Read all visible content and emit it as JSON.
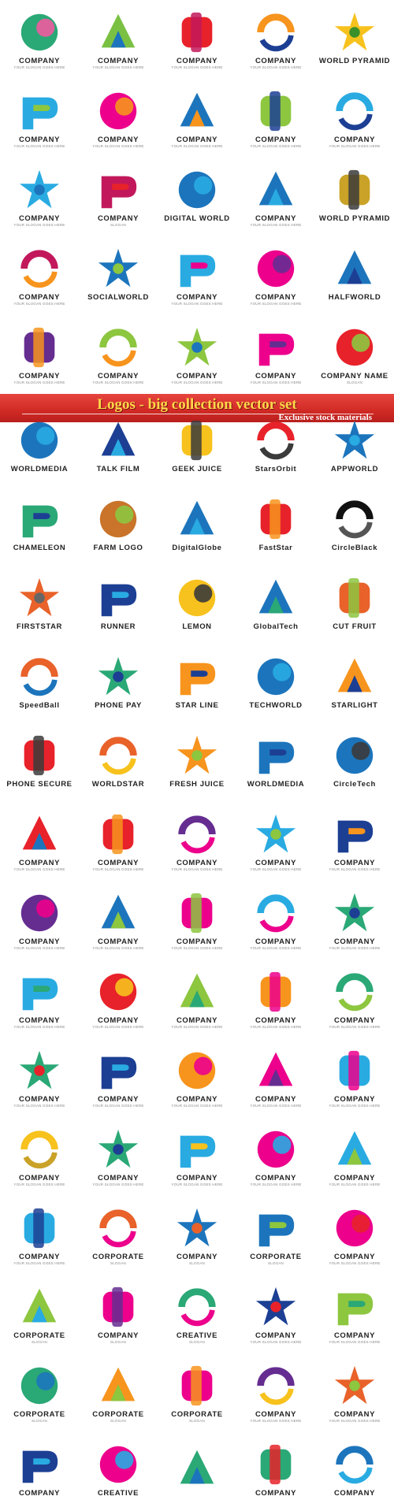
{
  "banner": {
    "title": "Logos - big collection vector set",
    "subtitle": "Exclusive stock materials"
  },
  "top_logos": [
    {
      "caption": "COMPANY",
      "slogan": "YOUR SLOGAN GOES HERE",
      "icon": "head-leaf-icon",
      "colors": [
        "#2aa876",
        "#ef5aa0"
      ]
    },
    {
      "caption": "COMPANY",
      "slogan": "YOUR SLOGAN GOES HERE",
      "icon": "letter-k-circle-icon",
      "colors": [
        "#7ac143",
        "#1c75bc"
      ]
    },
    {
      "caption": "COMPANY",
      "slogan": "YOUR SLOGAN GOES HERE",
      "icon": "speed-p-icon",
      "colors": [
        "#e8222a",
        "#c2185b"
      ]
    },
    {
      "caption": "COMPANY",
      "slogan": "YOUR SLOGAN GOES HERE",
      "icon": "arrow-d-icon",
      "colors": [
        "#f7941d",
        "#1c3f94"
      ]
    },
    {
      "caption": "WORLD PYRAMID",
      "slogan": "",
      "icon": "world-pyramid-icon",
      "colors": [
        "#f7c21d",
        "#3b8f2b"
      ]
    },
    {
      "caption": "COMPANY",
      "slogan": "YOUR SLOGAN GOES HERE",
      "icon": "pixel-splash-icon",
      "colors": [
        "#29abe2",
        "#8dc63f"
      ]
    },
    {
      "caption": "COMPANY",
      "slogan": "YOUR SLOGAN GOES HERE",
      "icon": "woman-gears-icon",
      "colors": [
        "#ec008c",
        "#f7941d"
      ]
    },
    {
      "caption": "COMPANY",
      "slogan": "YOUR SLOGAN GOES HERE",
      "icon": "shield-swoosh-icon",
      "colors": [
        "#1c75bc",
        "#f7941d"
      ]
    },
    {
      "caption": "COMPANY",
      "slogan": "YOUR SLOGAN GOES HERE",
      "icon": "letter-p-swoosh-icon",
      "colors": [
        "#8dc63f",
        "#1c3f94"
      ]
    },
    {
      "caption": "COMPANY",
      "slogan": "YOUR SLOGAN GOES HERE",
      "icon": "water-splash-icon",
      "colors": [
        "#29abe2",
        "#1c3f94"
      ]
    },
    {
      "caption": "COMPANY",
      "slogan": "YOUR SLOGAN GOES HERE",
      "icon": "puzzle-head-icon",
      "colors": [
        "#29abe2",
        "#1c75bc"
      ]
    },
    {
      "caption": "COMPANY",
      "slogan": "SLOGAN",
      "icon": "letter-d-icon",
      "colors": [
        "#c2185b",
        "#e8222a"
      ]
    },
    {
      "caption": "DIGITAL WORLD",
      "slogan": "",
      "icon": "digital-globe-icon",
      "colors": [
        "#1c75bc",
        "#29abe2"
      ]
    },
    {
      "caption": "COMPANY",
      "slogan": "YOUR SLOGAN GOES HERE",
      "icon": "circle-arrow-icon",
      "colors": [
        "#1c75bc",
        "#29abe2"
      ]
    },
    {
      "caption": "WORLD PYRAMID",
      "slogan": "",
      "icon": "gold-pyramid-icon",
      "colors": [
        "#c9a227",
        "#3b3b3b"
      ]
    },
    {
      "caption": "COMPANY",
      "slogan": "YOUR SLOGAN GOES HERE",
      "icon": "letter-k-person-icon",
      "colors": [
        "#c2185b",
        "#f7941d"
      ]
    },
    {
      "caption": "SOCIALWORLD",
      "slogan": "",
      "icon": "social-globe-icon",
      "colors": [
        "#1c75bc",
        "#8dc63f"
      ]
    },
    {
      "caption": "COMPANY",
      "slogan": "YOUR SLOGAN GOES HERE",
      "icon": "wing-p-icon",
      "colors": [
        "#29abe2",
        "#ec008c"
      ]
    },
    {
      "caption": "COMPANY",
      "slogan": "YOUR SLOGAN GOES HERE",
      "icon": "stripe-p-icon",
      "colors": [
        "#ec008c",
        "#662d91"
      ]
    },
    {
      "caption": "HALFWORLD",
      "slogan": "",
      "icon": "half-globe-icon",
      "colors": [
        "#1c75bc",
        "#1c3f94"
      ]
    },
    {
      "caption": "COMPANY",
      "slogan": "YOUR SLOGAN GOES HERE",
      "icon": "brain-shield-icon",
      "colors": [
        "#662d91",
        "#f7941d"
      ]
    },
    {
      "caption": "COMPANY",
      "slogan": "YOUR SLOGAN GOES HERE",
      "icon": "arrow-p-icon",
      "colors": [
        "#8dc63f",
        "#f7941d"
      ]
    },
    {
      "caption": "COMPANY",
      "slogan": "YOUR SLOGAN GOES HERE",
      "icon": "spiral-leaf-icon",
      "colors": [
        "#8dc63f",
        "#1c75bc"
      ]
    },
    {
      "caption": "COMPANY",
      "slogan": "YOUR SLOGAN GOES HERE",
      "icon": "dragon-p-icon",
      "colors": [
        "#ec008c",
        "#662d91"
      ]
    },
    {
      "caption": "COMPANY NAME",
      "slogan": "SLOGAN",
      "icon": "people-circle-icon",
      "colors": [
        "#e8222a",
        "#8dc63f"
      ]
    }
  ],
  "bottom_logos": [
    {
      "caption": "WORLDMEDIA",
      "slogan": "",
      "icon": "swirl-globe-icon",
      "colors": [
        "#1c75bc",
        "#29abe2"
      ]
    },
    {
      "caption": "TALK FILM",
      "slogan": "",
      "icon": "camera-chat-icon",
      "colors": [
        "#1c3f94",
        "#29abe2"
      ]
    },
    {
      "caption": "GEEK JUICE",
      "slogan": "",
      "icon": "juice-cup-icon",
      "colors": [
        "#f7c21d",
        "#3b3b3b"
      ]
    },
    {
      "caption": "StarsOrbit",
      "slogan": "",
      "icon": "star-orbit-icon",
      "colors": [
        "#e8222a",
        "#3b3b3b"
      ]
    },
    {
      "caption": "APPWORLD",
      "slogan": "",
      "icon": "app-triangle-icon",
      "colors": [
        "#1c75bc",
        "#29abe2"
      ]
    },
    {
      "caption": "CHAMELEON",
      "slogan": "",
      "icon": "chameleon-icon",
      "colors": [
        "#2aa876",
        "#1c3f94"
      ]
    },
    {
      "caption": "FARM LOGO",
      "slogan": "",
      "icon": "farm-sun-icon",
      "colors": [
        "#c9742a",
        "#8dc63f"
      ]
    },
    {
      "caption": "DigitalGlobe",
      "slogan": "",
      "icon": "orbit-globe-icon",
      "colors": [
        "#1c75bc",
        "#29abe2"
      ]
    },
    {
      "caption": "FastStar",
      "slogan": "",
      "icon": "fast-star-icon",
      "colors": [
        "#e8222a",
        "#f7941d"
      ]
    },
    {
      "caption": "CircleBlack",
      "slogan": "",
      "icon": "aperture-icon",
      "colors": [
        "#111111",
        "#555555"
      ]
    },
    {
      "caption": "FIRSTSTAR",
      "slogan": "",
      "icon": "first-star-icon",
      "colors": [
        "#e8622a",
        "#666666"
      ]
    },
    {
      "caption": "RUNNER",
      "slogan": "",
      "icon": "runner-icon",
      "colors": [
        "#1c3f94",
        "#29abe2"
      ]
    },
    {
      "caption": "LEMON",
      "slogan": "",
      "icon": "lemon-icon",
      "colors": [
        "#f7c21d",
        "#3b3b3b"
      ]
    },
    {
      "caption": "GlobalTech",
      "slogan": "",
      "icon": "global-tech-icon",
      "colors": [
        "#1c75bc",
        "#2aa876"
      ]
    },
    {
      "caption": "CUT FRUIT",
      "slogan": "",
      "icon": "cut-fruit-icon",
      "colors": [
        "#e8622a",
        "#8dc63f"
      ]
    },
    {
      "caption": "SpeedBall",
      "slogan": "",
      "icon": "speed-ball-icon",
      "colors": [
        "#e8622a",
        "#1c75bc"
      ]
    },
    {
      "caption": "PHONE PAY",
      "slogan": "",
      "icon": "phone-pay-icon",
      "colors": [
        "#2aa876",
        "#1c3f94"
      ]
    },
    {
      "caption": "STAR LINE",
      "slogan": "",
      "icon": "star-line-icon",
      "colors": [
        "#f7941d",
        "#1c3f94"
      ]
    },
    {
      "caption": "TECHWORLD",
      "slogan": "",
      "icon": "tech-globe-icon",
      "colors": [
        "#1c75bc",
        "#29abe2"
      ]
    },
    {
      "caption": "STARLIGHT",
      "slogan": "",
      "icon": "starlight-icon",
      "colors": [
        "#f7941d",
        "#1c3f94"
      ]
    },
    {
      "caption": "PHONE SECURE",
      "slogan": "",
      "icon": "phone-lock-icon",
      "colors": [
        "#e8222a",
        "#3b3b3b"
      ]
    },
    {
      "caption": "WORLDSTAR",
      "slogan": "",
      "icon": "world-star-icon",
      "colors": [
        "#e8622a",
        "#f7c21d"
      ]
    },
    {
      "caption": "FRESH JUICE",
      "slogan": "",
      "icon": "fresh-juice-icon",
      "colors": [
        "#f7941d",
        "#8dc63f"
      ]
    },
    {
      "caption": "WORLDMEDIA",
      "slogan": "",
      "icon": "world-media-icon",
      "colors": [
        "#1c75bc",
        "#1c3f94"
      ]
    },
    {
      "caption": "CircleTech",
      "slogan": "",
      "icon": "circle-tech-icon",
      "colors": [
        "#1c75bc",
        "#3b3b3b"
      ]
    },
    {
      "caption": "COMPANY",
      "slogan": "YOUR SLOGAN GOES HERE",
      "icon": "fire-k-icon",
      "colors": [
        "#e8222a",
        "#1c75bc"
      ]
    },
    {
      "caption": "COMPANY",
      "slogan": "YOUR SLOGAN GOES HERE",
      "icon": "fire-c-icon",
      "colors": [
        "#e8222a",
        "#f7941d"
      ]
    },
    {
      "caption": "COMPANY",
      "slogan": "YOUR SLOGAN GOES HERE",
      "icon": "shield-cross-icon",
      "colors": [
        "#662d91",
        "#ec008c"
      ]
    },
    {
      "caption": "COMPANY",
      "slogan": "YOUR SLOGAN GOES HERE",
      "icon": "circuit-head-icon",
      "colors": [
        "#29abe2",
        "#8dc63f"
      ]
    },
    {
      "caption": "COMPANY",
      "slogan": "YOUR SLOGAN GOES HERE",
      "icon": "double-k-icon",
      "colors": [
        "#1c3f94",
        "#f7941d"
      ]
    },
    {
      "caption": "COMPANY",
      "slogan": "YOUR SLOGAN GOES HERE",
      "icon": "speed-c-icon",
      "colors": [
        "#662d91",
        "#ec008c"
      ]
    },
    {
      "caption": "COMPANY",
      "slogan": "YOUR SLOGAN GOES HERE",
      "icon": "medical-cross-circle-icon",
      "colors": [
        "#1c75bc",
        "#8dc63f"
      ]
    },
    {
      "caption": "COMPANY",
      "slogan": "YOUR SLOGAN GOES HERE",
      "icon": "people-cross-icon",
      "colors": [
        "#ec008c",
        "#8dc63f"
      ]
    },
    {
      "caption": "COMPANY",
      "slogan": "YOUR SLOGAN GOES HERE",
      "icon": "bulb-brain-icon",
      "colors": [
        "#29abe2",
        "#ec008c"
      ]
    },
    {
      "caption": "COMPANY",
      "slogan": "YOUR SLOGAN GOES HERE",
      "icon": "wave-icon",
      "colors": [
        "#2aa876",
        "#1c3f94"
      ]
    },
    {
      "caption": "COMPANY",
      "slogan": "YOUR SLOGAN GOES HERE",
      "icon": "outline-cross-icon",
      "colors": [
        "#29abe2",
        "#2aa876"
      ]
    },
    {
      "caption": "COMPANY",
      "slogan": "YOUR SLOGAN GOES HERE",
      "icon": "stethoscope-shield-icon",
      "colors": [
        "#e8222a",
        "#f7c21d"
      ]
    },
    {
      "caption": "COMPANY",
      "slogan": "YOUR SLOGAN GOES HERE",
      "icon": "pulse-cross-icon",
      "colors": [
        "#8dc63f",
        "#2aa876"
      ]
    },
    {
      "caption": "COMPANY",
      "slogan": "YOUR SLOGAN GOES HERE",
      "icon": "colorful-brain-icon",
      "colors": [
        "#f7941d",
        "#ec008c"
      ]
    },
    {
      "caption": "COMPANY",
      "slogan": "YOUR SLOGAN GOES HERE",
      "icon": "letter-v-icon",
      "colors": [
        "#2aa876",
        "#8dc63f"
      ]
    },
    {
      "caption": "COMPANY",
      "slogan": "YOUR SLOGAN GOES HERE",
      "icon": "rocket-c-icon",
      "colors": [
        "#2aa876",
        "#e8222a"
      ]
    },
    {
      "caption": "COMPANY",
      "slogan": "YOUR SLOGAN GOES HERE",
      "icon": "runner-cross-icon",
      "colors": [
        "#1c3f94",
        "#29abe2"
      ]
    },
    {
      "caption": "COMPANY",
      "slogan": "YOUR SLOGAN GOES HERE",
      "icon": "gear-head-icon",
      "colors": [
        "#f7941d",
        "#ec008c"
      ]
    },
    {
      "caption": "COMPANY",
      "slogan": "YOUR SLOGAN GOES HERE",
      "icon": "brain-gear-icon",
      "colors": [
        "#ec008c",
        "#662d91"
      ]
    },
    {
      "caption": "COMPANY",
      "slogan": "YOUR SLOGAN GOES HERE",
      "icon": "bulb-hands-icon",
      "colors": [
        "#29abe2",
        "#ec008c"
      ]
    },
    {
      "caption": "COMPANY",
      "slogan": "YOUR SLOGAN GOES HERE",
      "icon": "gold-cross-icon",
      "colors": [
        "#f7c21d",
        "#c9a227"
      ]
    },
    {
      "caption": "COMPANY",
      "slogan": "YOUR SLOGAN GOES HERE",
      "icon": "recycle-cross-icon",
      "colors": [
        "#2aa876",
        "#1c3f94"
      ]
    },
    {
      "caption": "COMPANY",
      "slogan": "YOUR SLOGAN GOES HERE",
      "icon": "digital-head-icon",
      "colors": [
        "#29abe2",
        "#f7c21d"
      ]
    },
    {
      "caption": "COMPANY",
      "slogan": "YOUR SLOGAN GOES HERE",
      "icon": "pixel-head-icon",
      "colors": [
        "#ec008c",
        "#29abe2"
      ]
    },
    {
      "caption": "COMPANY",
      "slogan": "YOUR SLOGAN GOES HERE",
      "icon": "arrow-k-icon",
      "colors": [
        "#29abe2",
        "#8dc63f"
      ]
    },
    {
      "caption": "COMPANY",
      "slogan": "YOUR SLOGAN GOES HERE",
      "icon": "plus-outline-icon",
      "colors": [
        "#29abe2",
        "#1c3f94"
      ]
    },
    {
      "caption": "CORPORATE",
      "slogan": "SLOGAN",
      "icon": "people-ring-icon",
      "colors": [
        "#e8622a",
        "#ec008c"
      ]
    },
    {
      "caption": "COMPANY",
      "slogan": "SLOGAN",
      "icon": "flame-person-icon",
      "colors": [
        "#1c75bc",
        "#e8622a"
      ]
    },
    {
      "caption": "CORPORATE",
      "slogan": "SLOGAN",
      "icon": "people-swirl-icon",
      "colors": [
        "#1c75bc",
        "#8dc63f"
      ]
    },
    {
      "caption": "COMPANY",
      "slogan": "YOUR SLOGAN GOES HERE",
      "icon": "flame-swirl-icon",
      "colors": [
        "#ec008c",
        "#e8222a"
      ]
    },
    {
      "caption": "CORPORATE",
      "slogan": "SLOGAN",
      "icon": "care-hands-icon",
      "colors": [
        "#8dc63f",
        "#29abe2"
      ]
    },
    {
      "caption": "COMPANY",
      "slogan": "SLOGAN",
      "icon": "family-heart-icon",
      "colors": [
        "#ec008c",
        "#662d91"
      ]
    },
    {
      "caption": "CREATIVE",
      "slogan": "SLOGAN",
      "icon": "creative-people-icon",
      "colors": [
        "#2aa876",
        "#ec008c"
      ]
    },
    {
      "caption": "COMPANY",
      "slogan": "YOUR SLOGAN GOES HERE",
      "icon": "star-cross-icon",
      "colors": [
        "#1c3f94",
        "#e8222a"
      ]
    },
    {
      "caption": "COMPANY",
      "slogan": "YOUR SLOGAN GOES HERE",
      "icon": "leaf-cross-icon",
      "colors": [
        "#8dc63f",
        "#2aa876"
      ]
    },
    {
      "caption": "CORPORATE",
      "slogan": "SLOGAN",
      "icon": "team-leaves-icon",
      "colors": [
        "#2aa876",
        "#1c75bc"
      ]
    },
    {
      "caption": "CORPORATE",
      "slogan": "SLOGAN",
      "icon": "team-circle-icon",
      "colors": [
        "#f7941d",
        "#8dc63f"
      ]
    },
    {
      "caption": "CORPORATE",
      "slogan": "SLOGAN",
      "icon": "flower-people-icon",
      "colors": [
        "#ec008c",
        "#f7941d"
      ]
    },
    {
      "caption": "COMPANY",
      "slogan": "YOUR SLOGAN GOES HERE",
      "icon": "dotted-c-icon",
      "colors": [
        "#662d91",
        "#f7c21d"
      ]
    },
    {
      "caption": "COMPANY",
      "slogan": "YOUR SLOGAN GOES HERE",
      "icon": "letter-s-icon",
      "colors": [
        "#e8622a",
        "#8dc63f"
      ]
    },
    {
      "caption": "COMPANY",
      "slogan": "",
      "icon": "people-hands-icon",
      "colors": [
        "#1c3f94",
        "#29abe2"
      ]
    },
    {
      "caption": "CREATIVE",
      "slogan": "",
      "icon": "heart-person-icon",
      "colors": [
        "#ec008c",
        "#29abe2"
      ]
    },
    {
      "caption": "",
      "slogan": "",
      "icon": "hand-circle-icon",
      "colors": [
        "#2aa876",
        "#1c75bc"
      ]
    },
    {
      "caption": "COMPANY",
      "slogan": "",
      "icon": "arrow-cross-icon",
      "colors": [
        "#2aa876",
        "#e8222a"
      ]
    },
    {
      "caption": "COMPANY",
      "slogan": "",
      "icon": "blue-cross-icon",
      "colors": [
        "#1c75bc",
        "#29abe2"
      ]
    }
  ]
}
